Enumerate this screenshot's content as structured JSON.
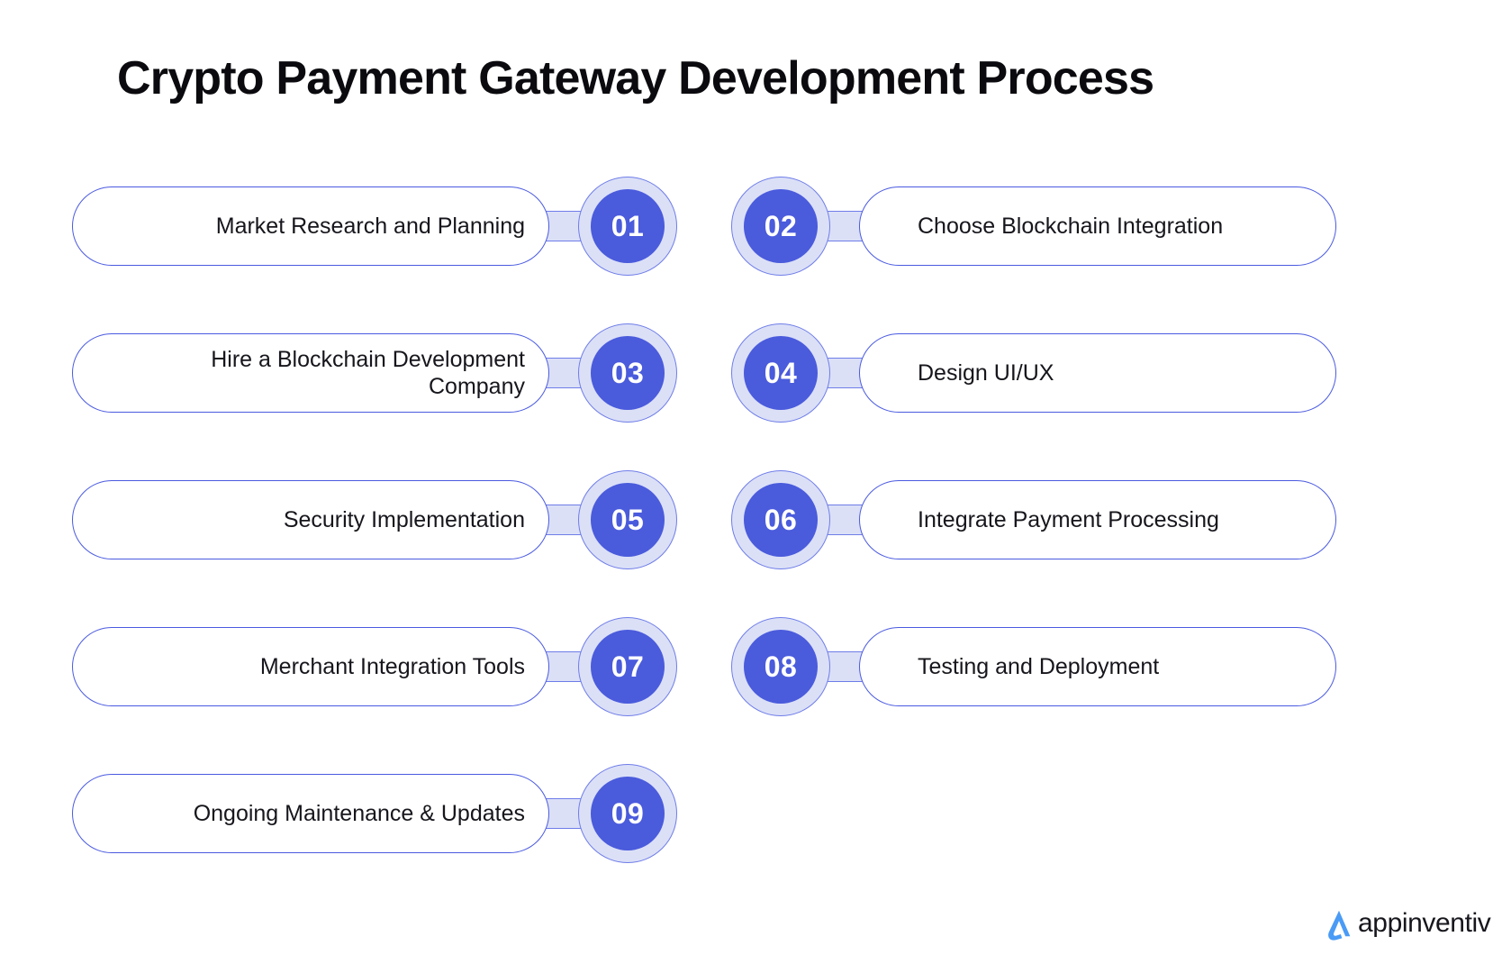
{
  "header": {
    "title": "Crypto Payment Gateway Development Process"
  },
  "colors": {
    "background": "#ffffff",
    "badge_core": "#4a5bdc",
    "badge_ring": "#dbe0f7",
    "badge_ring_border": "#6f7de8",
    "pill_border": "#4a5ae0",
    "pill_fill": "#ffffff",
    "connector_fill": "#dbe0f7",
    "title_text": "#0b0b0f",
    "label_text": "#16161c",
    "logo_mark": "#4a9bf5"
  },
  "process": {
    "steps": [
      {
        "number": "01",
        "label": "Market Research and Planning",
        "column": "left"
      },
      {
        "number": "02",
        "label": "Choose Blockchain Integration",
        "column": "right"
      },
      {
        "number": "03",
        "label": "Hire a Blockchain Development Company",
        "column": "left"
      },
      {
        "number": "04",
        "label": "Design UI/UX",
        "column": "right"
      },
      {
        "number": "05",
        "label": "Security Implementation",
        "column": "left"
      },
      {
        "number": "06",
        "label": "Integrate Payment Processing",
        "column": "right"
      },
      {
        "number": "07",
        "label": "Merchant Integration Tools",
        "column": "left"
      },
      {
        "number": "08",
        "label": "Testing and Deployment",
        "column": "right"
      },
      {
        "number": "09",
        "label": "Ongoing Maintenance & Updates",
        "column": "left"
      }
    ]
  },
  "footer": {
    "logo_text": "appinventiv",
    "logo_mark_name": "appinventiv-a-mark-icon"
  }
}
